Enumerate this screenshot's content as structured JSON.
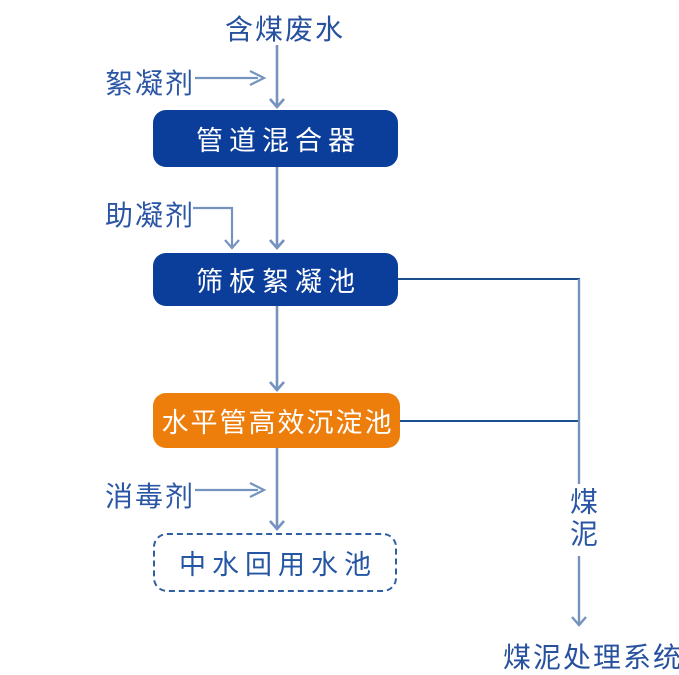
{
  "flowchart": {
    "source": "含煤废水",
    "flocculant_label": "絮凝剂",
    "pipe_mixer": "管道混合器",
    "coagulant_aid_label": "助凝剂",
    "flocculation_tank": "筛板絮凝池",
    "sedimentation_tank": "水平管高效沉淀池",
    "disinfectant_label": "消毒剂",
    "reuse_tank": "中水回用水池",
    "coal_slime_label": "煤泥",
    "slime_treatment": "煤泥处理系统",
    "colors": {
      "box_blue": "#0b3d9b",
      "box_orange": "#ee7e0c",
      "flow_line": "#7593bf",
      "connector_line": "#1b4e8a",
      "label_text": "#2b55a5",
      "box_text": "#ffffff",
      "dashed_border": "#2e5fa3"
    }
  }
}
